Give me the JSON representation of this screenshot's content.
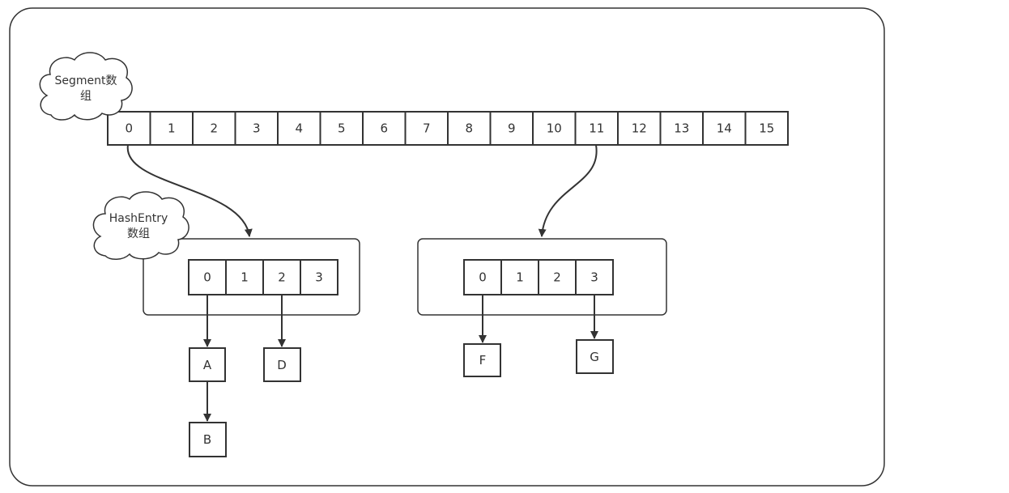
{
  "segment_label": [
    "Segment数",
    "组"
  ],
  "hashentry_label": [
    "HashEntry",
    "数组"
  ],
  "segment_indices": [
    "0",
    "1",
    "2",
    "3",
    "4",
    "5",
    "6",
    "7",
    "8",
    "9",
    "10",
    "11",
    "12",
    "13",
    "14",
    "15"
  ],
  "hashentry_left_indices": [
    "0",
    "1",
    "2",
    "3"
  ],
  "hashentry_right_indices": [
    "0",
    "1",
    "2",
    "3"
  ],
  "entries": {
    "A": "A",
    "B": "B",
    "D": "D",
    "F": "F",
    "G": "G"
  },
  "colors": {
    "stroke": "#333333",
    "background": "#ffffff",
    "frame": "#333333"
  }
}
